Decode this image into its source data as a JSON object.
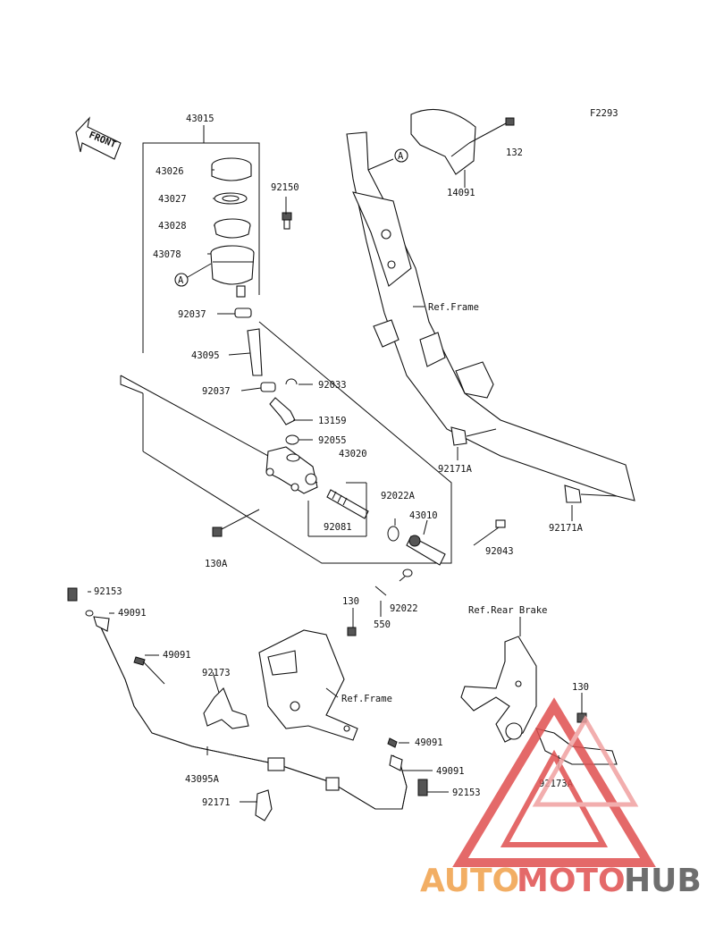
{
  "figure_code": "F2293",
  "front_label": "FRONT",
  "callout_letter": "A",
  "parts": {
    "p43015": "43015",
    "p43026": "43026",
    "p43027": "43027",
    "p43028": "43028",
    "p43078": "43078",
    "p92150": "92150",
    "p92037a": "92037",
    "p43095": "43095",
    "p92037b": "92037",
    "p92033": "92033",
    "p13159": "13159",
    "p92055": "92055",
    "p43020": "43020",
    "p92022A": "92022A",
    "p43010": "43010",
    "p92081": "92081",
    "p92043": "92043",
    "p130A": "130A",
    "p92022": "92022",
    "p550": "550",
    "p130a": "130",
    "p132": "132",
    "p14091": "14091",
    "p92171A_1": "92171A",
    "p92171A_2": "92171A",
    "p92153_1": "92153",
    "p49091_1": "49091",
    "p49091_2": "49091",
    "p92173": "92173",
    "p43095A": "43095A",
    "p92171": "92171",
    "p49091_3": "49091",
    "p49091_4": "49091",
    "p92153_2": "92153",
    "p130b": "130",
    "p92173A": "92173A"
  },
  "refs": {
    "frame_top": "Ref.Frame",
    "frame_bottom": "Ref.Frame",
    "rear_brake": "Ref.Rear Brake"
  },
  "watermark": {
    "part1": "AUTO",
    "part2": "MOTO",
    "part3": "HUB",
    "color_orange": "#f0a04a",
    "color_red": "#e05050",
    "color_dark": "#555555"
  }
}
